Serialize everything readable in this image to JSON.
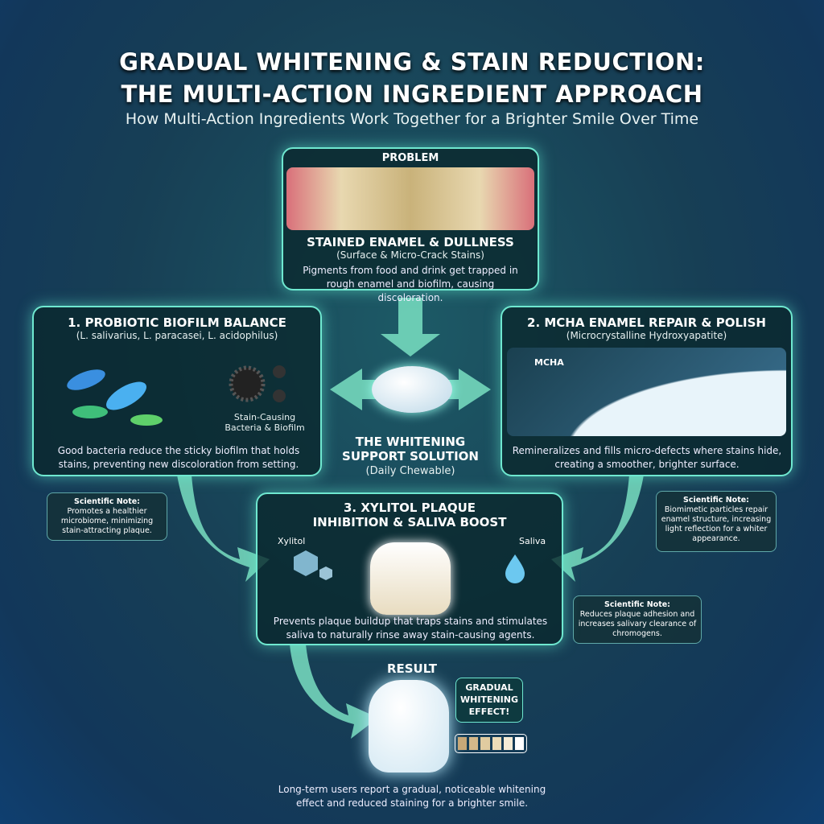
{
  "title": {
    "line1": "GRADUAL WHITENING & STAIN REDUCTION:",
    "line2": "THE MULTI-ACTION INGREDIENT APPROACH",
    "subtitle": "How Multi-Action Ingredients Work Together for a Brighter Smile Over Time"
  },
  "problem": {
    "label": "PROBLEM",
    "heading": "STAINED ENAMEL & DULLNESS",
    "subheading": "(Surface & Micro-Crack Stains)",
    "text": "Pigments from food and drink get trapped in rough enamel and biofilm, causing discoloration."
  },
  "probiotic": {
    "heading": "1. PROBIOTIC BIOFILM BALANCE",
    "subheading": "(L. salivarius, L. paracasei, L. acidophilus)",
    "bacteria_label": "Stain-Causing Bacteria & Biofilm",
    "text": "Good bacteria reduce the sticky biofilm that holds stains, preventing new discoloration from setting.",
    "note_title": "Scientific Note:",
    "note": "Promotes a healthier microbiome, minimizing stain-attracting plaque."
  },
  "mcha": {
    "heading": "2. MCHA ENAMEL REPAIR & POLISH",
    "subheading": "(Microcrystalline Hydroxyapatite)",
    "image_label": "MCHA",
    "text": "Remineralizes and fills micro-defects where stains hide, creating a smoother, brighter surface.",
    "note_title": "Scientific Note:",
    "note": "Biomimetic particles repair enamel structure, increasing light reflection for a whiter appearance."
  },
  "solution": {
    "heading": "THE WHITENING SUPPORT SOLUTION",
    "subheading": "(Daily Chewable)"
  },
  "xylitol": {
    "heading": "3. XYLITOL PLAQUE INHIBITION & SALIVA BOOST",
    "xylitol_label": "Xylitol",
    "saliva_label": "Saliva",
    "text": "Prevents plaque buildup that traps stains and stimulates saliva to naturally rinse away stain-causing agents.",
    "note_title": "Scientific Note:",
    "note": "Reduces plaque adhesion and increases salivary clearance of chromogens."
  },
  "result": {
    "label": "RESULT",
    "badge": "GRADUAL WHITENING EFFECT!",
    "shade_progress": 6,
    "text": "Long-term users report a gradual, noticeable whitening effect and reduced staining for a brighter smile."
  },
  "colors": {
    "accent": "#6fe8d0"
  }
}
